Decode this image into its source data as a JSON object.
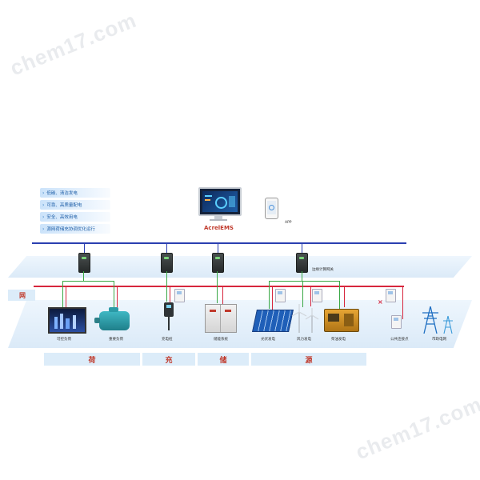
{
  "watermark": "chem17.com",
  "features": [
    "低碳、清洁发电",
    "可靠、高质量配电",
    "安全、高效用电",
    "源网荷储充协调优化运行"
  ],
  "system_name": "AcrelEMS",
  "app_label": "APP",
  "gateway_label": "边缘计算网关",
  "grid_label": "网",
  "devices": {
    "controllable_load": "可控负荷",
    "critical_load": "重要负荷",
    "charging_pile": "充电桩",
    "storage_system": "储能系统",
    "pv_generation": "光伏发电",
    "wind_generation": "风力发电",
    "diesel_generation": "柴油发电",
    "public_connection": "公共连接点",
    "utility_grid": "市政电网"
  },
  "categories": [
    "荷",
    "充",
    "储",
    "源"
  ],
  "colors": {
    "comm_bus": "#2b3fb0",
    "power_bus": "#d7263d",
    "link": "#3aa845",
    "tab_text": "#c0392b"
  }
}
